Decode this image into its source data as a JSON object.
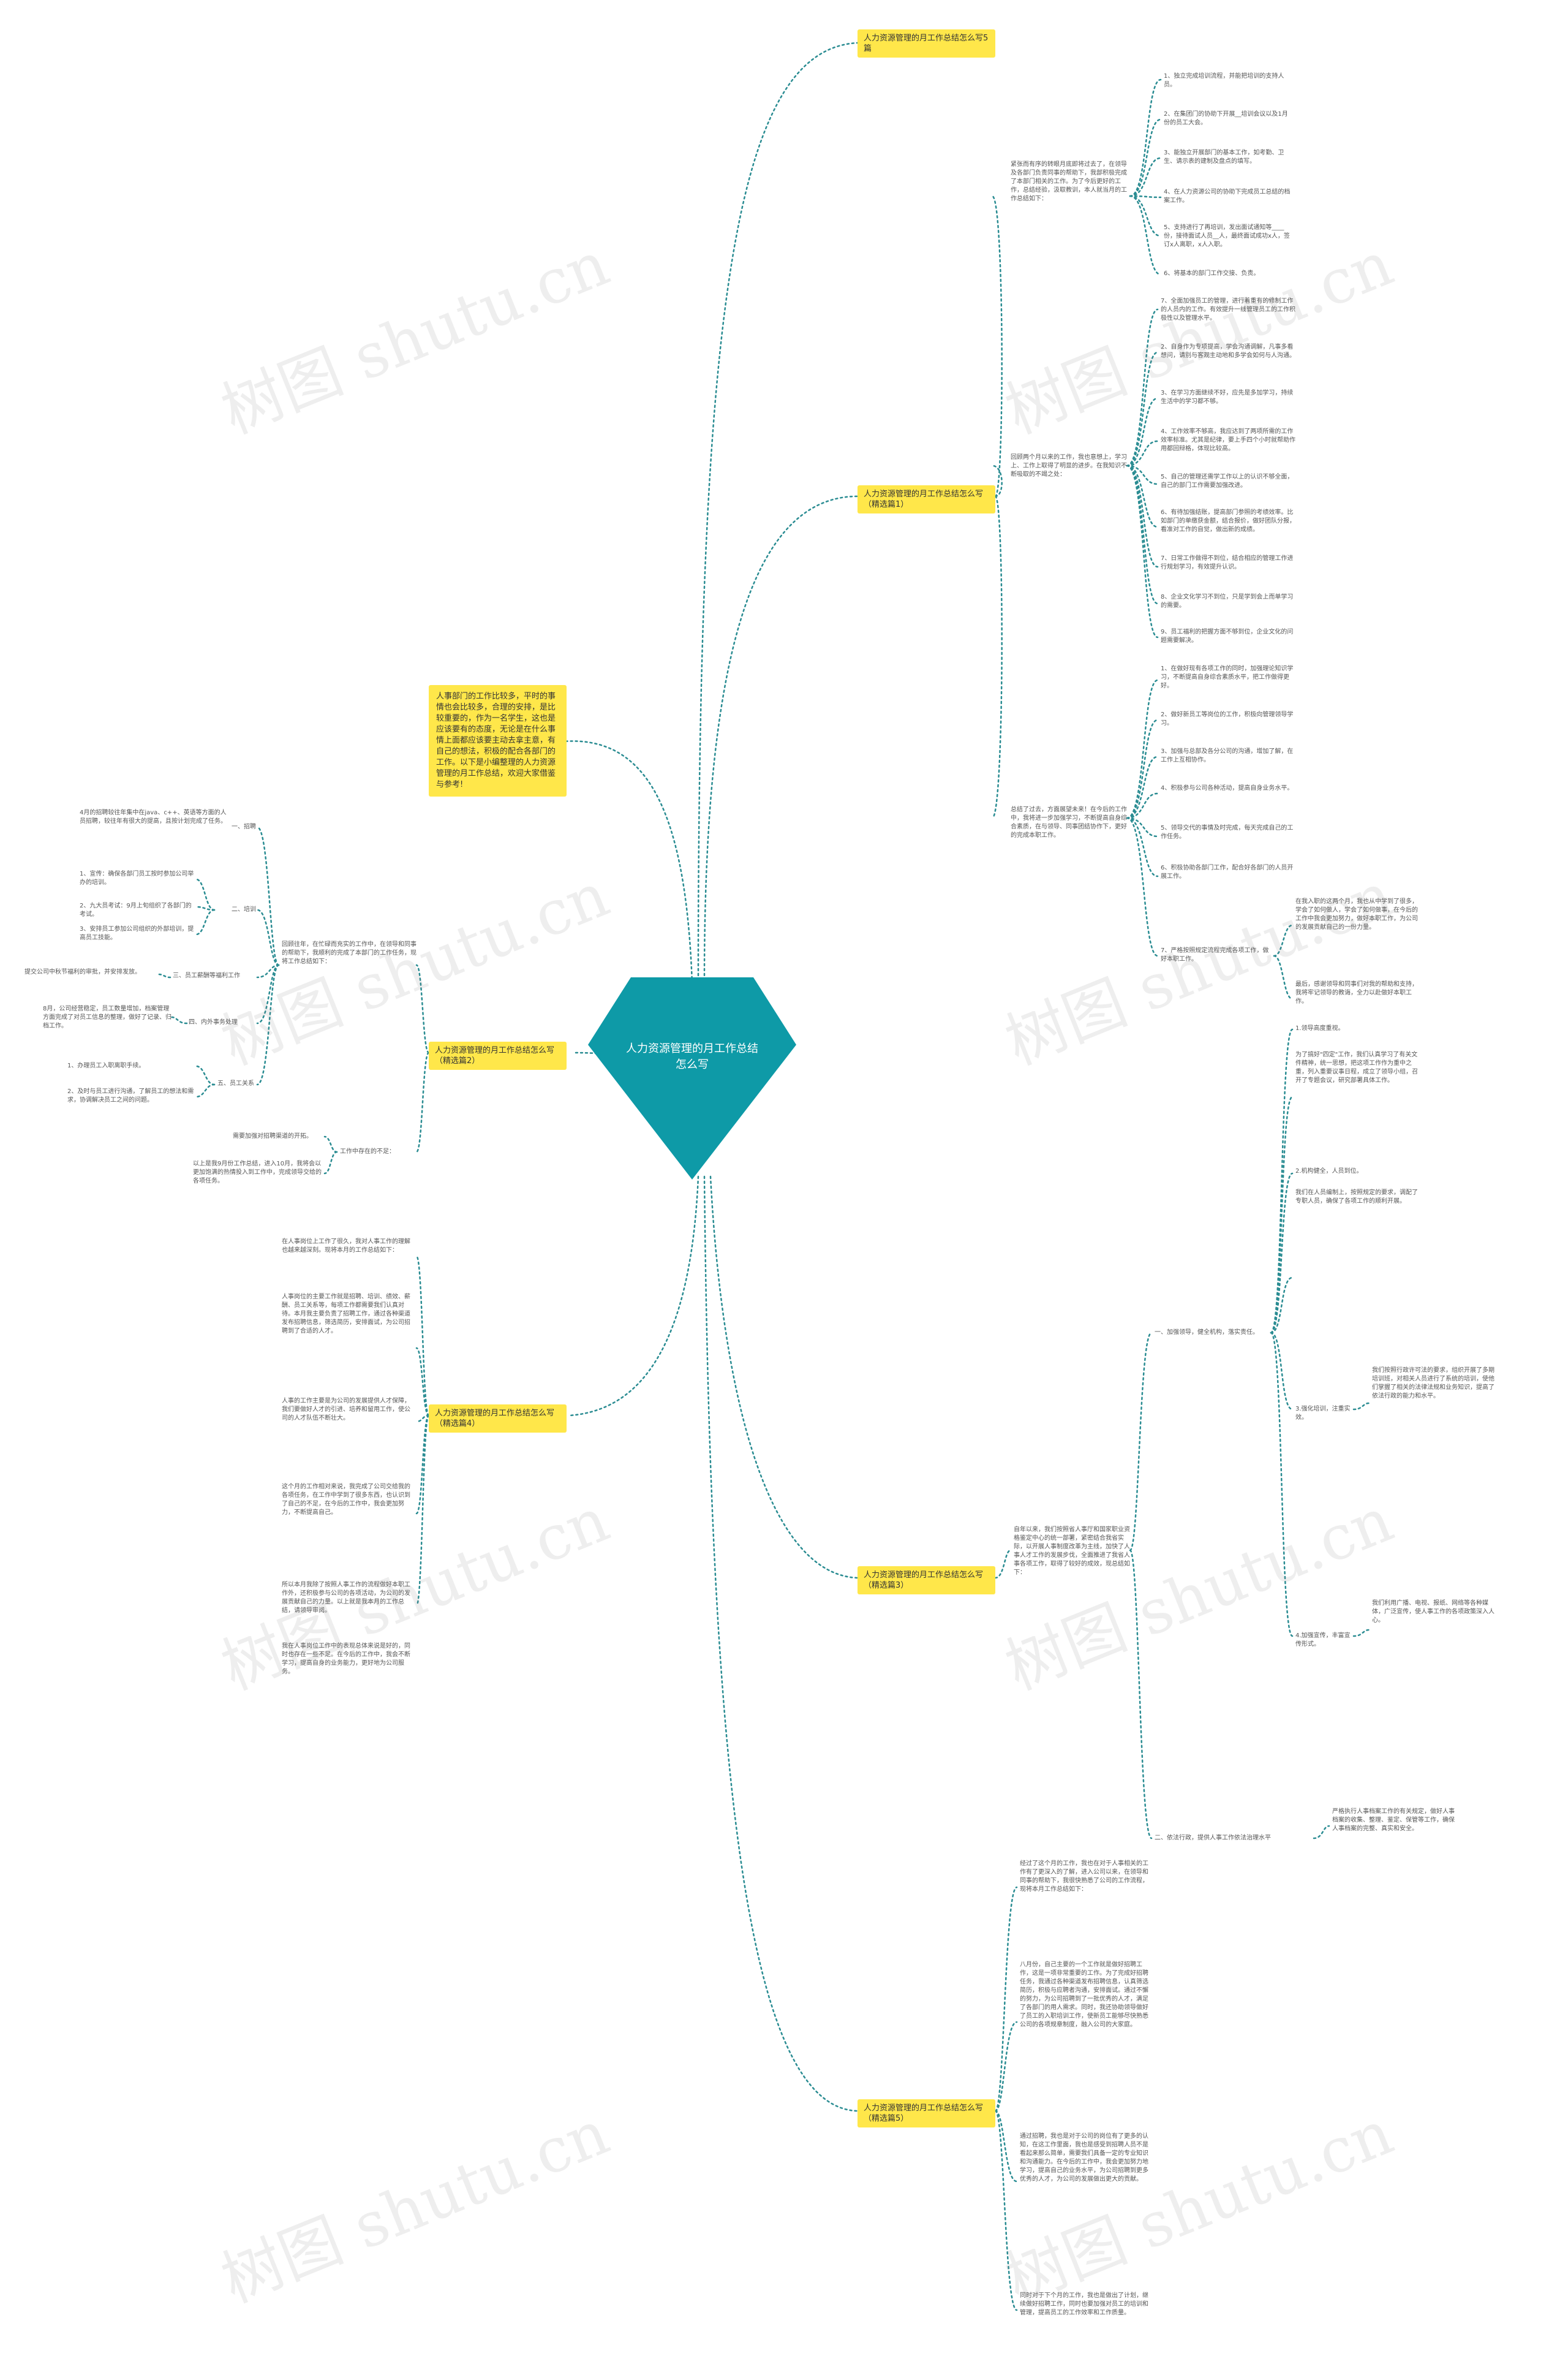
{
  "title": "人力资源管理的月工作总结怎么写",
  "summary": "人事部门的工作比较多，平时的事情也会比较多，合理的安排，是比较重要的，作为一名学生，这也是应该要有的态度，无论是在什么事情上面都应该要主动去拿主意，有自己的想法，积极的配合各部门的工作。以下是小编整理的人力资源管理的月工作总结，欢迎大家借鉴与参考!",
  "watermark": "树图 shutu.cn",
  "branches": {
    "b5": "人力资源管理的月工作总结怎么写5篇",
    "b1": "人力资源管理的月工作总结怎么写（精选篇1）",
    "b2": "人力资源管理的月工作总结怎么写（精选篇2）",
    "b3": "人力资源管理的月工作总结怎么写（精选篇3）",
    "b4": "人力资源管理的月工作总结怎么写（精选篇4）",
    "b5b": "人力资源管理的月工作总结怎么写（精选篇5）"
  },
  "p1": {
    "intro": "紧张而有序的转眼月底即将过去了，在领导及各部门负责同事的帮助下，我部积极完成了本部门相关的工作。为了今后更好的工作，总结经验，汲取教训，本人就当月的工作总结如下：",
    "items_a": [
      "1、独立完成培训流程，并能把培训的支持人员。",
      "2、在集团门的协助下开展__培训会议以及1月份的员工大会。",
      "3、能独立开展部门的基本工作，如考勤、卫生、请示表的建制及盘点的填写。",
      "4、在人力资源公司的协助下完成员工总结的档案工作。",
      "5、支持进行了再培训，发出面试通知等____份，接待面试人员__人，最终面试成功x人，签订x人离职，x人入职。",
      "6、将基本的部门工作交接、负责。"
    ],
    "mid": "回顾两个月以来的工作，我也意想上，学习上、工作上取得了明显的进步。在我知识不断吸取的不竭之处：",
    "items_b": [
      "7、全面加强员工的管理，进行着重有的修制工作的人员内的工作。有效提升一线管理员工的工作积极性以及管理水平。",
      "2、自身作为专项提高，学会沟通调解，凡事多看想问，请别与客观主动地和多学会如何与人沟通。",
      "3、在学习方面继续不好，应先是多加学习，持续生活中的学习都不够。",
      "4、工作效率不够高，我应达到了两项所需的工作效率标准。尤其是纪律，要上手四个小时就帮助作用都回辩格，体现比较高。",
      "5、自己的管理还需学工作以上的认识不够全面，自己的部门工作需要加强改进。",
      "6、有待加强结账，提高部门参照的考绩效率。比如部门的单缴获金额，结合报价，做好团队分报，看准对工作的自觉，做出新的成绩。",
      "7、日常工作做得不到位，结合相应的管理工作进行规划学习，有效提升认识。",
      "8、企业文化学习不到位，只是学到会上而单学习的需要。",
      "9、员工福利的把握方面不够到位，企业文化的问题需要解决。"
    ],
    "closing": "总结了过去，方面展望未来！在今后的工作中，我将进一步加强学习，不断提高自身综合素质，在与领导、同事团结协作下，更好的完成本职工作。",
    "items_c": [
      "1、在做好现有各项工作的同时，加强理论知识学习，不断提高自身综合素质水平，把工作做得更好。",
      "2、做好新员工等岗位的工作，积极向管理领导学习。",
      "3、加强与总部及各分公司的沟通，增加了解，在工作上互相协作。",
      "4、积极参与公司各种活动，提高自身业务水平。",
      "5、领导交代的事情及时完成，每天完成自己的工作任务。",
      "6、积极协助各部门工作，配合好各部门的人员开展工作。",
      "7、严格按照规定流程完成各项工作，做好本职工作。"
    ],
    "closing2": "在我入职的这两个月，我也从中学到了很多，学会了如何做人，学会了如何做事，在今后的工作中我会更加努力，做好本职工作，为公司的发展贡献自己的一份力量。",
    "closing3": "最后，感谢领导和同事们对我的帮助和支持，我将牢记领导的教诲，全力以赴做好本职工作。"
  },
  "p2": {
    "intro": "回顾往年，在忙碌而充实的工作中，在领导和同事的帮助下，我顺利的完成了本部门的工作任务，现将工作总结如下：",
    "s1": "一、招聘",
    "s1_text": "4月的招聘较往年集中在java、c++、英语等方面的人员招聘，较往年有很大的提高，且按计划完成了任务。",
    "s2": "二、培训",
    "s2_items": [
      "1、宣传：确保各部门员工按时参加公司举办的培训。",
      "2、九大员考试：9月上旬组织了各部门的考试。",
      "3、安排员工参加公司组织的外部培训，提高员工技能。"
    ],
    "s3": "三、员工薪酬等福利工作",
    "s3_text": "提交公司中秋节福利的审批，并安排发放。",
    "s4": "四、内外事务处理",
    "s4_text": "8月，公司经营稳定，员工数量增加，档案管理方面完成了对员工信息的整理，做好了记录、归档工作。",
    "s5": "五、员工关系",
    "s5_items": [
      "1、办理员工入职离职手续。",
      "2、及时与员工进行沟通，了解员工的想法和需求，协调解决员工之间的问题。"
    ],
    "s6": "工作中存在的不足：",
    "s6_items": [
      "需要加强对招聘渠道的开拓。",
      "以上是我9月份工作总结，进入10月，我将会以更加饱满的热情投入到工作中，完成领导交给的各项任务。"
    ]
  },
  "p3": {
    "intro": "自年以来，我们按照省人事厅和国家职业资格鉴定中心的统一部署，紧密结合我省实际，以开展人事制度改革为主线，加快了人事人才工作的发展步伐，全面推进了我省人事各项工作，取得了较好的成效，现总结如下：",
    "s1": "一、加强领导，健全机构，落实责任。",
    "s1_items": [
      "1.领导高度重视。",
      "为了搞好\"四定\"工作，我们认真学习了有关文件精神，统一思想，把这项工作作为重中之重，列入重要议事日程，成立了领导小组，召开了专题会议，研究部署具体工作。",
      "2.机构健全，人员到位。",
      "我们在人员编制上，按照规定的要求，调配了专职人员，确保了各项工作的顺利开展。"
    ],
    "s2": "3.强化培训，注重实效。",
    "s2_text": "我们按照行政许可法的要求，组织开展了多期培训班，对相关人员进行了系统的培训，使他们掌握了相关的法律法规和业务知识，提高了依法行政的能力和水平。",
    "s3": "4.加强宣传，丰富宣传形式。",
    "s3_text": "我们利用广播、电视、报纸、网络等各种媒体，广泛宣传，使人事工作的各项政策深入人心。",
    "s4": "二、依法行政，提供人事工作依法治理水平",
    "s4_text": "严格执行人事档案工作的有关规定，做好人事档案的收集、整理、鉴定、保管等工作，确保人事档案的完整、真实和安全。"
  },
  "p4": {
    "intro": "在人事岗位上工作了很久，我对人事工作的理解也越来越深刻。现将本月的工作总结如下：",
    "t1": "人事岗位的主要工作就是招聘、培训、绩效、薪酬、员工关系等，每项工作都需要我们认真对待。本月我主要负责了招聘工作，通过各种渠道发布招聘信息，筛选简历，安排面试，为公司招聘到了合适的人才。",
    "t2": "我在人事岗位工作中的表现总体来说是好的，同时也存在一些不足。在今后的工作中，我会不断学习，提高自身的业务能力，更好地为公司服务。",
    "t3": "人事的工作主要是为公司的发展提供人才保障，我们要做好人才的引进、培养和留用工作，使公司的人才队伍不断壮大。",
    "t4": "这个月的工作相对来说，我完成了公司交给我的各项任务，在工作中学到了很多东西，也认识到了自己的不足，在今后的工作中，我会更加努力，不断提高自己。",
    "t5": "所以本月我除了按照人事工作的流程做好本职工作外，还积极参与公司的各项活动，为公司的发展贡献自己的力量。以上就是我本月的工作总结，请领导审阅。"
  },
  "p5": {
    "t1": "经过了这个月的工作，我也在对于人事相关的工作有了更深入的了解，进入公司以来，在领导和同事的帮助下，我很快熟悉了公司的工作流程，现将本月工作总结如下：",
    "t2": "八月份，自己主要的一个工作就是做好招聘工作，这是一项非常重要的工作。为了完成好招聘任务，我通过各种渠道发布招聘信息，认真筛选简历，积极与应聘者沟通，安排面试。通过不懈的努力，为公司招聘到了一批优秀的人才，满足了各部门的用人需求。同时，我还协助领导做好了员工的入职培训工作，使新员工能够尽快熟悉公司的各项规章制度，融入公司的大家庭。",
    "t3": "通过招聘，我也是对于公司的岗位有了更多的认知，在这工作里面，我也是感受到招聘人员不是看起来那么简单，需要我们具备一定的专业知识和沟通能力。在今后的工作中，我会更加努力地学习，提高自己的业务水平，为公司招聘到更多优秀的人才，为公司的发展做出更大的贡献。",
    "t4": "同时对于下个月的工作，我也是做出了计划，继续做好招聘工作，同时也要加强对员工的培训和管理，提高员工的工作效率和工作质量。"
  }
}
